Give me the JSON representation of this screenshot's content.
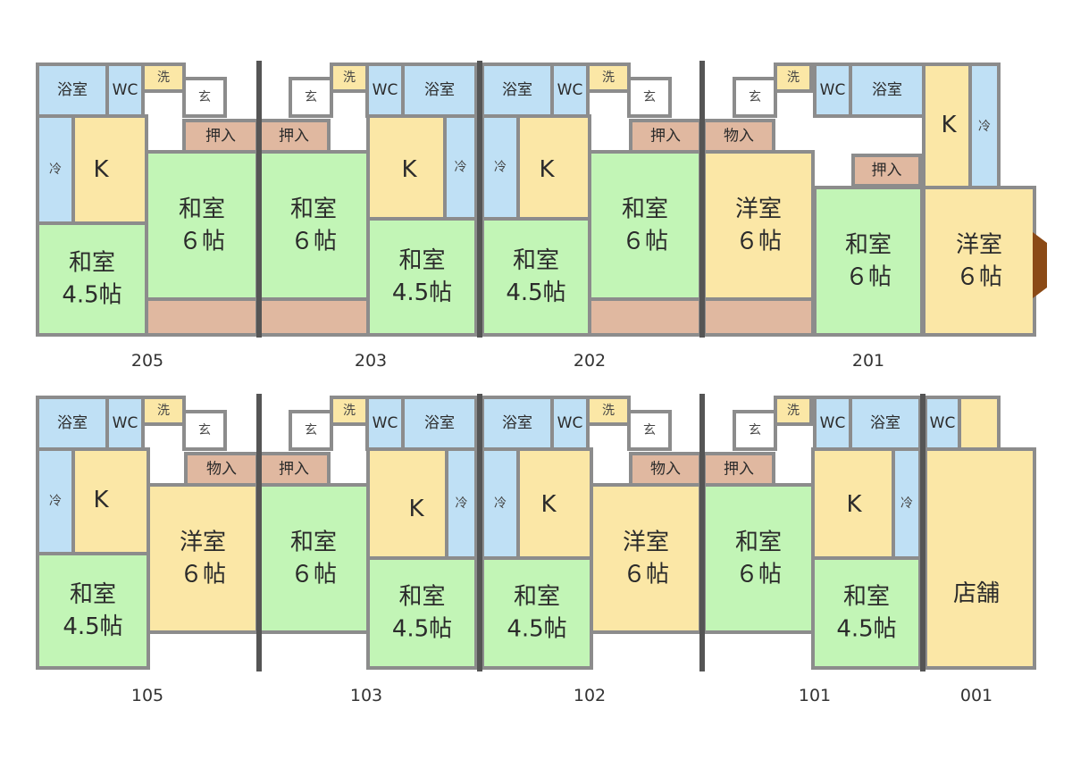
{
  "labels": {
    "bath": "浴室",
    "wc": "WC",
    "wash": "洗",
    "entry": "玄",
    "fridge": "冷",
    "kitchen": "K",
    "closet": "押入",
    "storage": "物入",
    "washitsu": "和室",
    "yoshitsu": "洋室",
    "shop": "店舗",
    "size6": "６帖",
    "size45": "4.5帖"
  },
  "units_top": [
    "205",
    "203",
    "202",
    "201"
  ],
  "units_bottom": [
    "105",
    "103",
    "102",
    "101",
    "001"
  ],
  "colors": {
    "wall": "#8c8c8c",
    "tatami": "#c2f5b6",
    "kitchen": "#fbe7a6",
    "wet": "#bfe0f5",
    "closet": "#e0b8a0",
    "door": "#8b4a16"
  }
}
